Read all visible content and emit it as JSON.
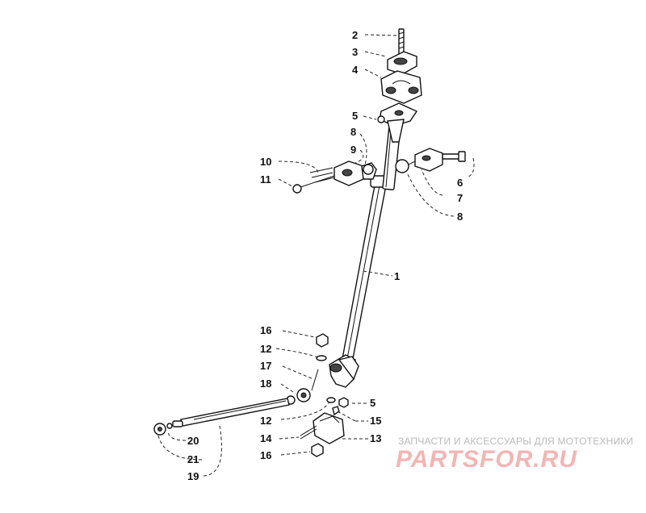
{
  "callouts": [
    {
      "id": "c2",
      "label": "2"
    },
    {
      "id": "c3",
      "label": "3"
    },
    {
      "id": "c4",
      "label": "4"
    },
    {
      "id": "c5a",
      "label": "5"
    },
    {
      "id": "c8a",
      "label": "8"
    },
    {
      "id": "c9",
      "label": "9"
    },
    {
      "id": "c10",
      "label": "10"
    },
    {
      "id": "c11",
      "label": "11"
    },
    {
      "id": "c6",
      "label": "6"
    },
    {
      "id": "c7",
      "label": "7"
    },
    {
      "id": "c8b",
      "label": "8"
    },
    {
      "id": "c1",
      "label": "1"
    },
    {
      "id": "c16a",
      "label": "16"
    },
    {
      "id": "c12a",
      "label": "12"
    },
    {
      "id": "c17",
      "label": "17"
    },
    {
      "id": "c18",
      "label": "18"
    },
    {
      "id": "c12b",
      "label": "12"
    },
    {
      "id": "c5b",
      "label": "5"
    },
    {
      "id": "c15",
      "label": "15"
    },
    {
      "id": "c14",
      "label": "14"
    },
    {
      "id": "c13",
      "label": "13"
    },
    {
      "id": "c16b",
      "label": "16"
    },
    {
      "id": "c20",
      "label": "20"
    },
    {
      "id": "c21",
      "label": "21"
    },
    {
      "id": "c19",
      "label": "19"
    }
  ],
  "watermark": {
    "tagline": "ЗАПЧАСТИ И АКСЕССУАРЫ ДЛЯ МОТОТЕХНИКИ",
    "logo": "PARTSFOR.RU"
  }
}
